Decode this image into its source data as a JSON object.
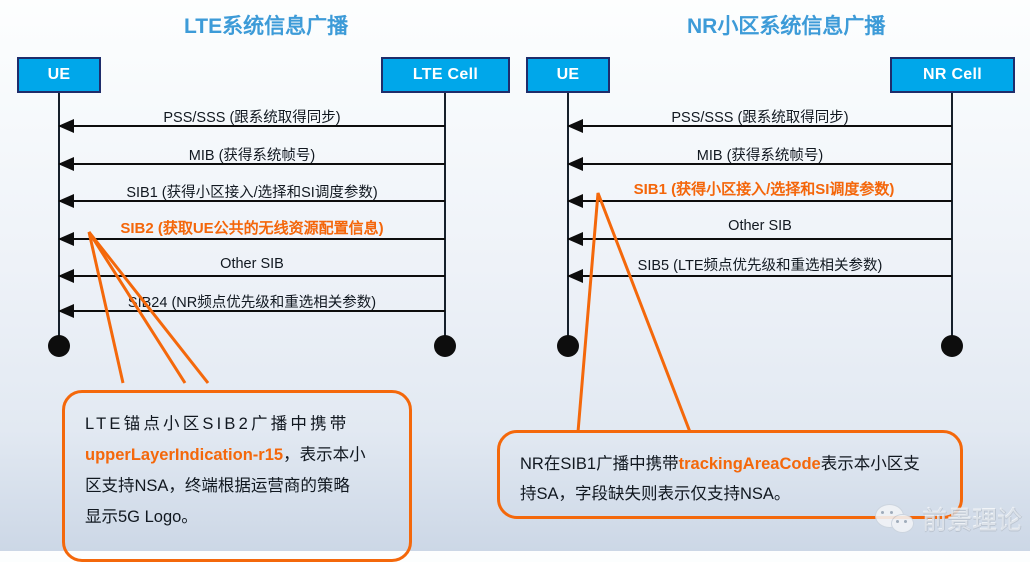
{
  "diagrams": [
    {
      "title": "LTE系统信息广播",
      "left_node": "UE",
      "right_node": "LTE Cell",
      "messages": [
        {
          "label": "PSS/SSS (跟系统取得同步)",
          "highlight": false
        },
        {
          "label": "MIB (获得系统帧号)",
          "highlight": false
        },
        {
          "label": "SIB1 (获得小区接入/选择和SI调度参数)",
          "highlight": false
        },
        {
          "label": "SIB2 (获取UE公共的无线资源配置信息)",
          "highlight": true
        },
        {
          "label": "Other SIB",
          "highlight": false
        },
        {
          "label": "SIB24 (NR频点优先级和重选相关参数)",
          "highlight": false
        }
      ]
    },
    {
      "title": "NR小区系统信息广播",
      "left_node": "UE",
      "right_node": "NR Cell",
      "messages": [
        {
          "label": "PSS/SSS (跟系统取得同步)",
          "highlight": false
        },
        {
          "label": "MIB (获得系统帧号)",
          "highlight": false
        },
        {
          "label": "SIB1 (获得小区接入/选择和SI调度参数)",
          "highlight": true
        },
        {
          "label": "Other SIB",
          "highlight": false
        },
        {
          "label": "SIB5 (LTE频点优先级和重选相关参数)",
          "highlight": false
        }
      ]
    }
  ],
  "callouts": {
    "lte": {
      "line1": "LTE锚点小区SIB2广播中携带",
      "code": "upperLayerIndication-r15",
      "line2_tail": "，表示本小",
      "line3": "区支持NSA，终端根据运营商的策略",
      "line4": "显示5G Logo。"
    },
    "nr": {
      "prefix": "NR在SIB1广播中携带",
      "code": "trackingAreaCode",
      "suffix": "表示本小区支",
      "line2": "持SA，字段缺失则表示仅支持NSA。"
    }
  },
  "watermark": {
    "text": "前景理论",
    "icon": "wechat-icon"
  },
  "colors": {
    "node_fill": "#00a7ea",
    "node_border": "#1f2d6b",
    "title": "#3d9bd8",
    "accent_orange": "#f4680b",
    "line": "#0d0d0d"
  }
}
